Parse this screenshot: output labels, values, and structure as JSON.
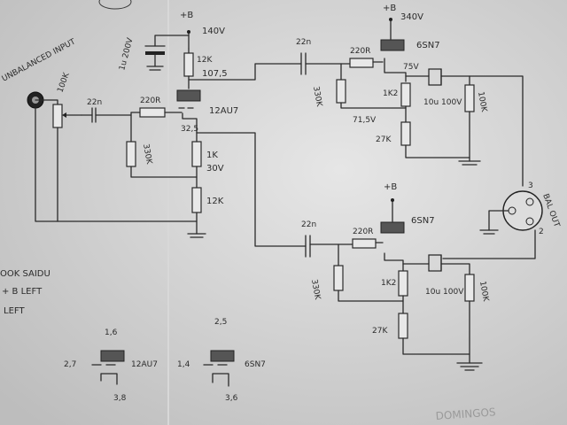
{
  "labels": {
    "input": "UNBALANCED INPUT",
    "pot": "100K",
    "c_in": "22n",
    "r_grid1": "220R",
    "r_grid1_bias": "330K",
    "supply1": "+B",
    "supply1_v": "140V",
    "cap_psu": "1u 200V",
    "r_plate1": "12K",
    "plate1_v": "107,5",
    "tube1": "12AU7",
    "cathode1_v": "32,5",
    "r_cath1a": "1K",
    "cath1a_v": "30V",
    "r_cath1b": "12K",
    "c_top": "22n",
    "r_top_series": "220R",
    "supply_top": "+B",
    "supply_top_v": "340V",
    "tube_top": "6SN7",
    "r_top_grid": "330K",
    "top_node_v": "75V",
    "r_top_cath": "1K2",
    "top_cath_v": "71,5V",
    "r_top_load": "27K",
    "c_out_top": "10u 100V",
    "r_out_top": "100K",
    "xlr_label": "BAL OUT",
    "pin3": "3",
    "pin2": "2",
    "c_bot": "22n",
    "r_bot_series": "220R",
    "supply_bot": "+B",
    "tube_bot": "6SN7",
    "r_bot_grid": "330K",
    "r_bot_cath": "1K2",
    "r_bot_load": "27K",
    "c_out_bot": "10u 100V",
    "r_out_bot": "100K",
    "note1": "OOK SAIDU",
    "note2": "+ B LEFT",
    "note3": "LEFT",
    "pin_12au7_top": "1,6",
    "pin_12au7_left": "2,7",
    "pin_12au7_name": "12AU7",
    "pin_12au7_bot": "3,8",
    "pin_6sn7_top": "2,5",
    "pin_6sn7_left": "1,4",
    "pin_6sn7_name": "6SN7",
    "pin_6sn7_bot": "3,6",
    "footer": "DOMINGOS"
  }
}
